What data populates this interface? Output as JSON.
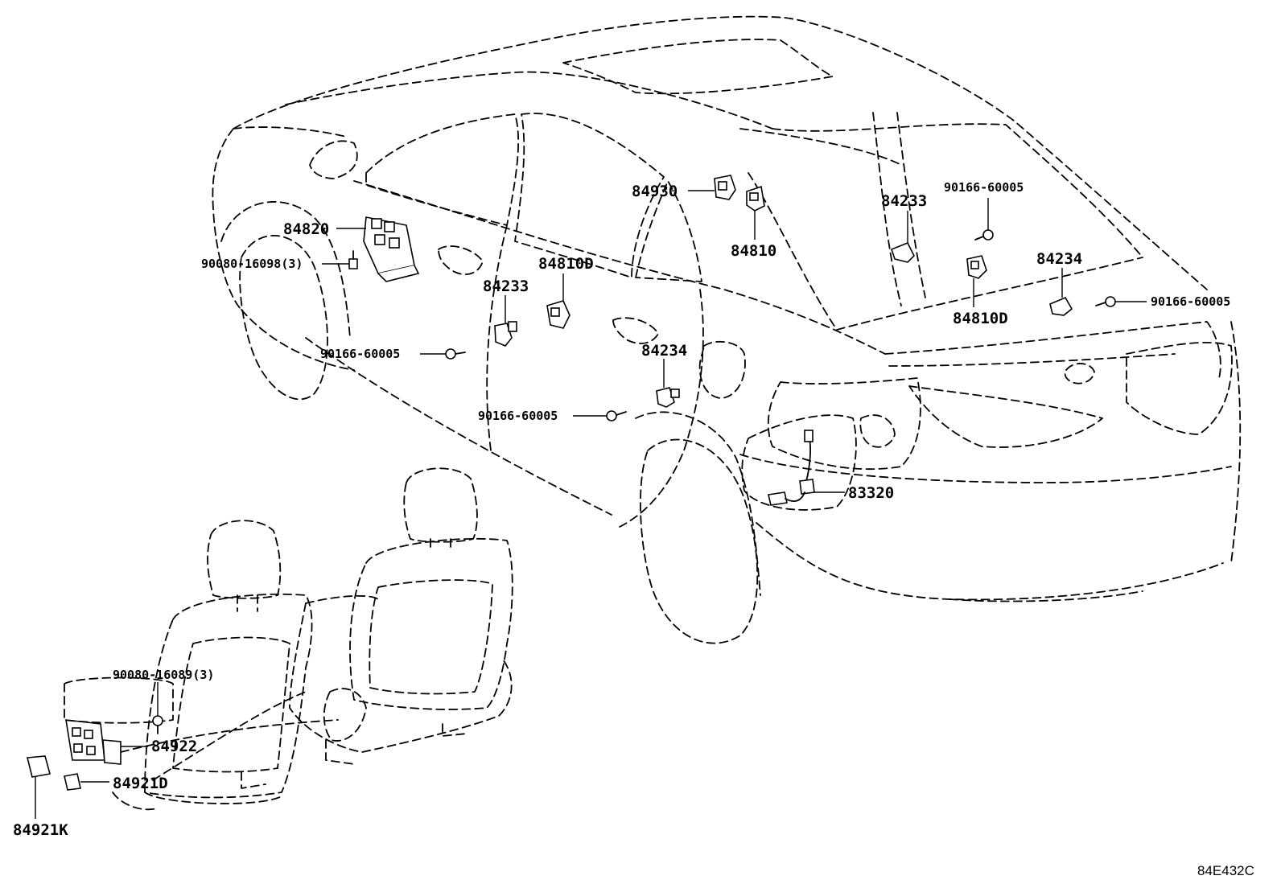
{
  "diagram": {
    "code": "84E432C",
    "labels": {
      "p84930": "84930",
      "p84820": "84820",
      "p90080_16098": "90080-16098(3)",
      "p84233_a": "84233",
      "p84810D_a": "84810D",
      "p90166_a": "90166-60005",
      "p84810": "84810",
      "p84233_b": "84233",
      "p90166_b": "90166-60005",
      "p84234_a": "84234",
      "p84810D_b": "84810D",
      "p90166_c": "90166-60005",
      "p84234_b": "84234",
      "p90166_d": "90166-60005",
      "p83320": "83320",
      "p90080_16089": "90080-16089(3)",
      "p84922": "84922",
      "p84921D": "84921D",
      "p84921K": "84921K"
    }
  }
}
